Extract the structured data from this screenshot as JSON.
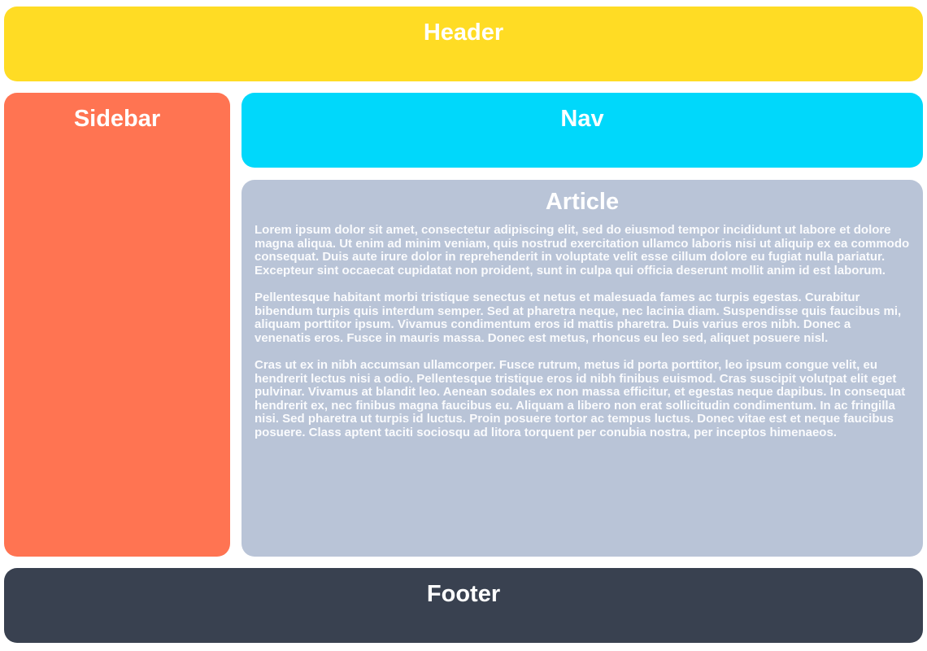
{
  "header": {
    "title": "Header"
  },
  "sidebar": {
    "title": "Sidebar"
  },
  "nav": {
    "title": "Nav"
  },
  "article": {
    "title": "Article",
    "paragraphs": [
      "Lorem ipsum dolor sit amet, consectetur adipiscing elit, sed do eiusmod tempor incididunt ut labore et dolore magna aliqua. Ut enim ad minim veniam, quis nostrud exercitation ullamco laboris nisi ut aliquip ex ea commodo consequat. Duis aute irure dolor in reprehenderit in voluptate velit esse cillum dolore eu fugiat nulla pariatur. Excepteur sint occaecat cupidatat non proident, sunt in culpa qui officia deserunt mollit anim id est laborum.",
      "Pellentesque habitant morbi tristique senectus et netus et malesuada fames ac turpis egestas. Curabitur bibendum turpis quis interdum semper. Sed at pharetra neque, nec lacinia diam. Suspendisse quis faucibus mi, aliquam porttitor ipsum. Vivamus condimentum eros id mattis pharetra. Duis varius eros nibh. Donec a venenatis eros. Fusce in mauris massa. Donec est metus, rhoncus eu leo sed, aliquet posuere nisl.",
      "Cras ut ex in nibh accumsan ullamcorper. Fusce rutrum, metus id porta porttitor, leo ipsum congue velit, eu hendrerit lectus nisi a odio. Pellentesque tristique eros id nibh finibus euismod. Cras suscipit volutpat elit eget pulvinar. Vivamus at blandit leo. Aenean sodales ex non massa efficitur, et egestas neque dapibus. In consequat hendrerit ex, nec finibus magna faucibus eu. Aliquam a libero non erat sollicitudin condimentum. In ac fringilla nisi. Sed pharetra ut turpis id luctus. Proin posuere tortor ac tempus luctus. Donec vitae est et neque faucibus posuere. Class aptent taciti sociosqu ad litora torquent per conubia nostra, per inceptos himenaeos."
    ]
  },
  "footer": {
    "title": "Footer"
  },
  "colors": {
    "header_bg": "#ffdc24",
    "sidebar_bg": "#ff7452",
    "nav_bg": "#00d8fb",
    "article_bg": "#b9c4d7",
    "footer_bg": "#394150",
    "text": "#ffffff"
  }
}
